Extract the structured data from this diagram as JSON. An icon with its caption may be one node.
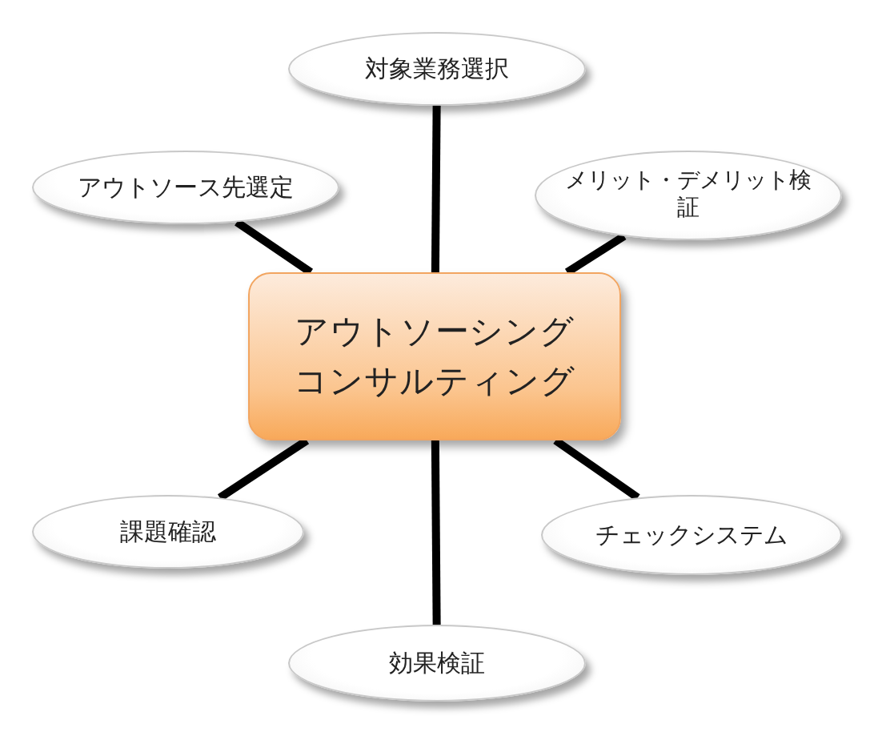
{
  "diagram": {
    "nodes": [
      {
        "text": [
          "アウトソーシングコンサルティング"
        ]
      },
      {
        "text": [
          "対象業務選択"
        ]
      },
      {
        "text": [
          "メリット・デメリット検証"
        ]
      },
      {
        "text": [
          "アウトソース先選定"
        ]
      },
      {
        "text": [
          "課題確認"
        ]
      },
      {
        "text": [
          "チェックシステム"
        ]
      },
      {
        "text": [
          "効果検証"
        ]
      }
    ],
    "edges": [
      {
        "from": 0,
        "to": 1,
        "arrow": "none"
      },
      {
        "from": 0,
        "to": 2,
        "arrow": "none"
      },
      {
        "from": 0,
        "to": 3,
        "arrow": "none"
      },
      {
        "from": 0,
        "to": 4,
        "arrow": "none"
      },
      {
        "from": 0,
        "to": 5,
        "arrow": "none"
      },
      {
        "from": 0,
        "to": 6,
        "arrow": "none"
      }
    ]
  }
}
